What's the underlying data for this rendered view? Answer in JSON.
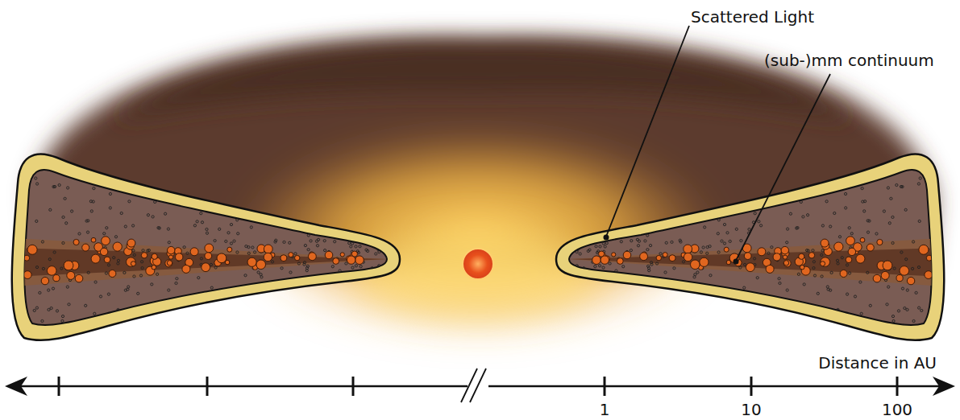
{
  "diagram": {
    "labels": [
      "Scattered Light",
      "(sub-)mm continuum",
      "Distance in AU",
      "1",
      "10",
      "100"
    ]
  }
}
